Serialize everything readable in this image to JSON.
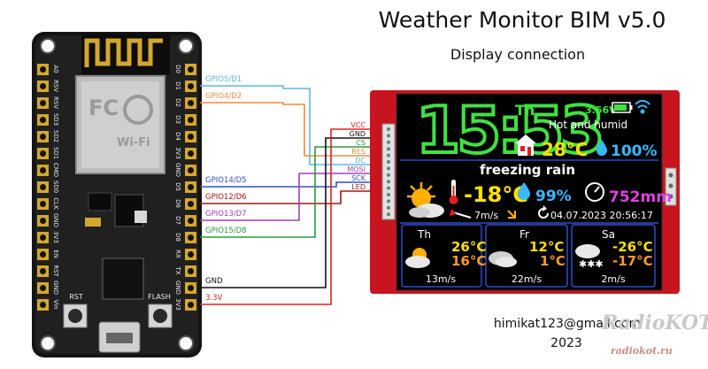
{
  "header": {
    "title": "Weather Monitor BIM v5.0",
    "subtitle": "Display connection"
  },
  "footer": {
    "email": "himikat123@gmail.com",
    "year": "2023"
  },
  "watermark": {
    "logo": "RadioKOT",
    "site": "radiokot.ru"
  },
  "board": {
    "module_marks": [
      "FC",
      "Wi-Fi"
    ],
    "top_pins": [
      "D0",
      "D1",
      "D2",
      "D3",
      "D4",
      "3V3",
      "GND",
      "D5",
      "D6",
      "D7",
      "D8",
      "RX",
      "TX",
      "GND",
      "3V3"
    ],
    "bottom_pins": [
      "A0",
      "RSV",
      "RSV",
      "SD3",
      "SD2",
      "SD1",
      "CMD",
      "SD0",
      "CLK",
      "GND",
      "3V3",
      "EN",
      "RST",
      "GND",
      "Vin"
    ],
    "buttons": {
      "rst": "RST",
      "flash": "FLASH"
    }
  },
  "wires_left": [
    {
      "label": "GPIO5/D1",
      "color": "#5cb8e6"
    },
    {
      "label": "GPIO4/D2",
      "color": "#f08c3c"
    },
    {
      "label": "GPIO14/D5",
      "color": "#3050c8"
    },
    {
      "label": "GPIO12/D6",
      "color": "#a01818"
    },
    {
      "label": "GPIO13/D7",
      "color": "#a040b0"
    },
    {
      "label": "GPIO15/D8",
      "color": "#2c9a3c"
    },
    {
      "label": "GND",
      "color": "#111111"
    },
    {
      "label": "3.3V",
      "color": "#e02020"
    }
  ],
  "wires_right": [
    {
      "label": "VCC",
      "color": "#e02020"
    },
    {
      "label": "GND",
      "color": "#111111"
    },
    {
      "label": "CS",
      "color": "#2c9a3c"
    },
    {
      "label": "RES",
      "color": "#f08c3c"
    },
    {
      "label": "DC",
      "color": "#5cb8e6"
    },
    {
      "label": "MOSI",
      "color": "#a040b0"
    },
    {
      "label": "SCK",
      "color": "#3050c8"
    },
    {
      "label": "LED",
      "color": "#a01818"
    }
  ],
  "display": {
    "time": "15:53",
    "weekday": "Th",
    "battery_voltage": "3.56V",
    "comfort": "Hot and humid",
    "indoor_temp": "28°C",
    "indoor_humidity": "100%",
    "description": "freezing rain",
    "outdoor_temp": "-18°C",
    "outdoor_humidity": "99%",
    "pressure": "752mm",
    "wind": "7m/s",
    "updated": "04.07.2023 20:56:17",
    "forecast": [
      {
        "day": "Th",
        "high": "26°C",
        "low": "16°C",
        "wind": "13m/s",
        "icon": "partly-cloudy-icon"
      },
      {
        "day": "Fr",
        "high": "12°C",
        "low": "1°C",
        "wind": "22m/s",
        "icon": "cloudy-icon"
      },
      {
        "day": "Sa",
        "high": "-26°C",
        "low": "-17°C",
        "wind": "2m/s",
        "icon": "snow-icon"
      }
    ],
    "colors": {
      "clock": "#3fe23f",
      "temp": "#ffe000",
      "humidity": "#38b8ff",
      "pressure": "#e040e0",
      "low": "#ff9a2a",
      "pcb": "#c8141e"
    }
  }
}
